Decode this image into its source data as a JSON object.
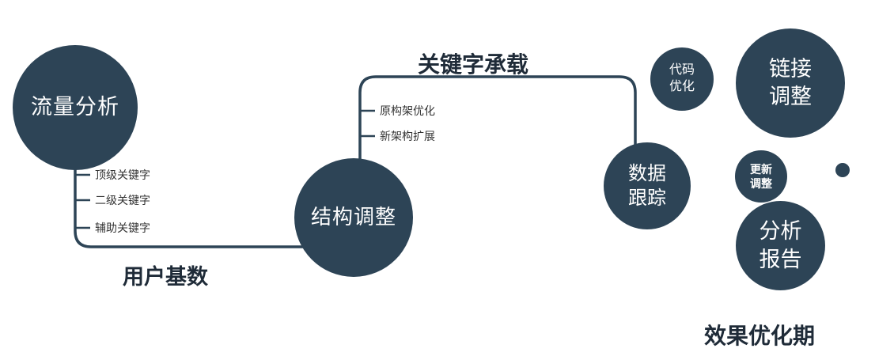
{
  "diagram": {
    "nodes": {
      "traffic": {
        "label": "流量分析"
      },
      "structure": {
        "label": "结构调整"
      },
      "tracking": {
        "line1": "数据",
        "line2": "跟踪"
      },
      "code": {
        "line1": "代码",
        "line2": "优化"
      },
      "link": {
        "line1": "链接",
        "line2": "调整"
      },
      "update": {
        "line1": "更新",
        "line2": "调整"
      },
      "report": {
        "line1": "分析",
        "line2": "报告"
      }
    },
    "edge_labels": {
      "user_base": "用户基数",
      "keyword_carry": "关键字承载",
      "effect_period": "效果优化期"
    },
    "branch_labels": {
      "left": [
        "顶级关键字",
        "二级关键字",
        "辅助关键字"
      ],
      "middle": [
        "原构架优化",
        "新架构扩展"
      ]
    }
  },
  "colors": {
    "node": "#2d4456",
    "line": "#2d4456",
    "label_dark": "#1f2b38",
    "branch_text": "#333333",
    "bg": "#ffffff"
  }
}
